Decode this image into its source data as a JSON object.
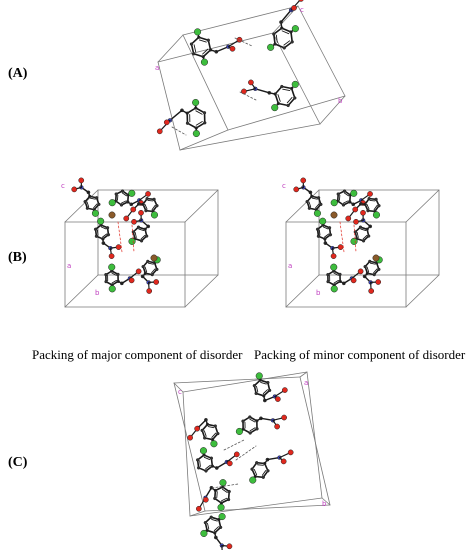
{
  "panels": [
    {
      "label": "(A)"
    },
    {
      "label": "(B)"
    },
    {
      "label": "(C)"
    }
  ],
  "captions": {
    "major": "Packing of major component of disorder",
    "minor": "Packing of minor component of disorder"
  },
  "colors": {
    "bond": "#1a1a1a",
    "cell": "#7a7a7a",
    "chlorine": "#3dbd3d",
    "oxygen": "#e0281e",
    "nitrogen": "#3c46c8",
    "disorder": "#8a5a2a",
    "hbond": "#555555"
  }
}
